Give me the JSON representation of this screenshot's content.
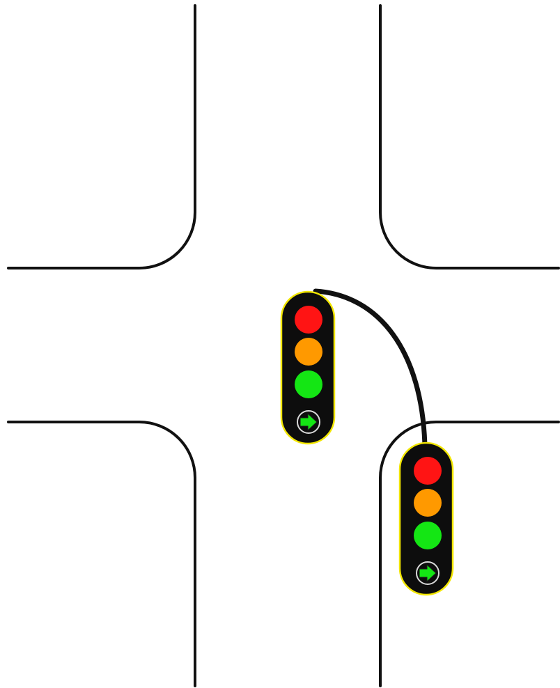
{
  "scene": {
    "kind": "road-intersection",
    "colors": {
      "background": "#ffffff",
      "kerb": "#111111",
      "arm": "#111111",
      "housing": "#0d0d0d",
      "housing_outline": "#f2e600",
      "arrow_ring": "#d9d9d9"
    }
  },
  "traffic_lights": [
    {
      "id": "signal-1",
      "lamps": [
        {
          "color_name": "red",
          "color": "#ff1414"
        },
        {
          "color_name": "amber",
          "color": "#ff9900"
        },
        {
          "color_name": "green",
          "color": "#14e614"
        }
      ],
      "filter_arrow": {
        "icon": "right-arrow-icon",
        "direction": "right",
        "color": "#14e614"
      }
    },
    {
      "id": "signal-2",
      "lamps": [
        {
          "color_name": "red",
          "color": "#ff1414"
        },
        {
          "color_name": "amber",
          "color": "#ff9900"
        },
        {
          "color_name": "green",
          "color": "#14e614"
        }
      ],
      "filter_arrow": {
        "icon": "right-arrow-icon",
        "direction": "right",
        "color": "#14e614"
      }
    }
  ]
}
